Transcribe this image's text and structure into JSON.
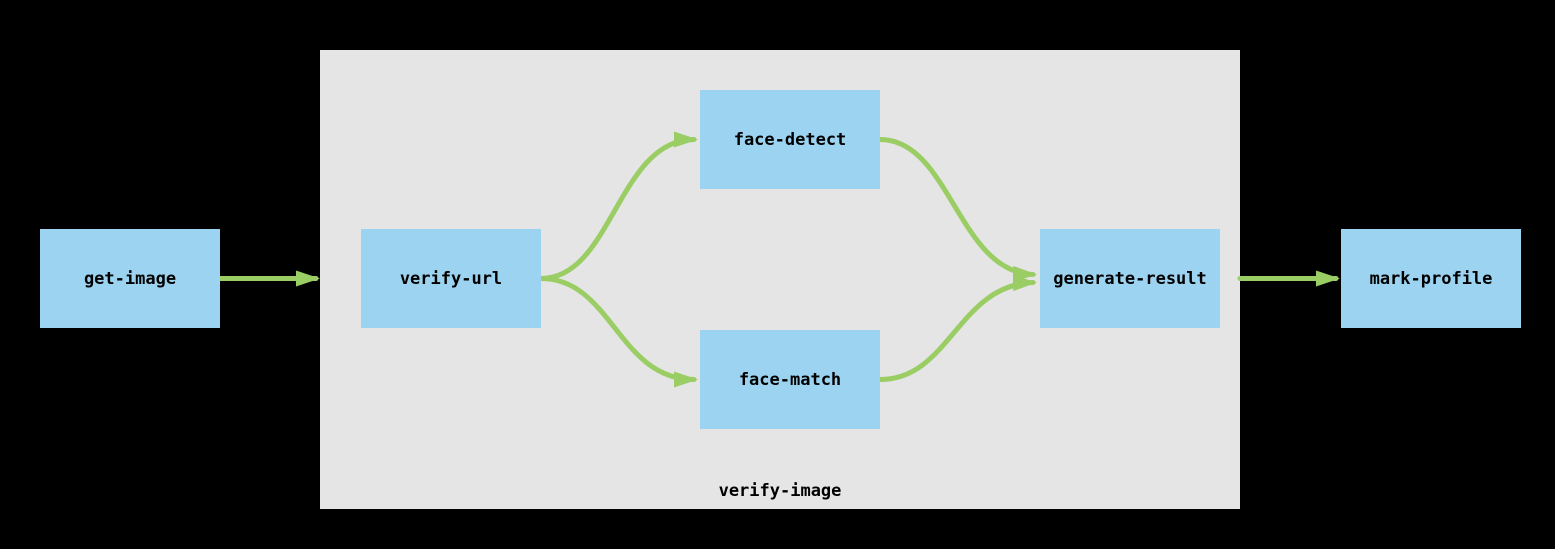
{
  "diagram": {
    "type": "flowchart",
    "direction": "left-to-right",
    "nodes": [
      {
        "id": "get-image",
        "label": "get-image"
      },
      {
        "id": "verify-url",
        "label": "verify-url"
      },
      {
        "id": "face-detect",
        "label": "face-detect"
      },
      {
        "id": "face-match",
        "label": "face-match"
      },
      {
        "id": "generate-result",
        "label": "generate-result"
      },
      {
        "id": "mark-profile",
        "label": "mark-profile"
      }
    ],
    "cluster": {
      "id": "verify-image",
      "label": "verify-image",
      "children": [
        "verify-url",
        "face-detect",
        "face-match",
        "generate-result"
      ]
    },
    "edges": [
      {
        "from": "get-image",
        "to": "verify-image"
      },
      {
        "from": "verify-url",
        "to": "face-detect"
      },
      {
        "from": "verify-url",
        "to": "face-match"
      },
      {
        "from": "face-detect",
        "to": "generate-result"
      },
      {
        "from": "face-match",
        "to": "generate-result"
      },
      {
        "from": "verify-image",
        "to": "mark-profile"
      }
    ],
    "colors": {
      "background": "#000000",
      "cluster_fill": "#e5e5e5",
      "node_fill": "#9bd3f0",
      "edge": "#9acd64",
      "text": "#000000"
    }
  }
}
